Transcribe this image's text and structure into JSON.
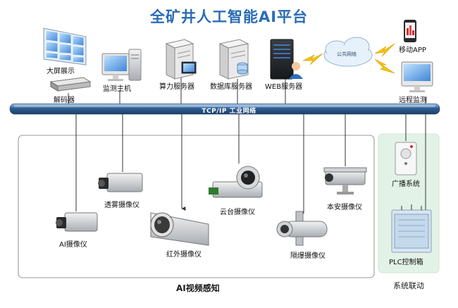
{
  "title": "全矿井人工智能AI平台",
  "bus_label": "TCP/IP 工业网络",
  "cloud_label": "公共网络",
  "top_nodes": {
    "big_screen": "大屏展示",
    "decoder": "解码器",
    "monitor_host": "监测主机",
    "compute_server": "算力服务器",
    "db_server": "数据库服务器",
    "web_server": "WEB服务器",
    "mobile_app": "移动APP",
    "remote_monitor": "远程监测"
  },
  "cameras": {
    "fog": "透雾摄像仪",
    "ptz": "云台摄像仪",
    "intrinsic": "本安摄像仪",
    "ai": "AI摄像仪",
    "infrared": "红外摄像仪",
    "explosion": "隔爆摄像仪"
  },
  "linkage": {
    "broadcast": "广播系统",
    "plc": "PLC控制箱"
  },
  "sections": {
    "ai_vision": "AI视频感知",
    "linkage": "系统联动"
  },
  "colors": {
    "title": "#2a6db5",
    "bus": "#2f5f93",
    "linkage_panel": "#e3f2e6"
  }
}
